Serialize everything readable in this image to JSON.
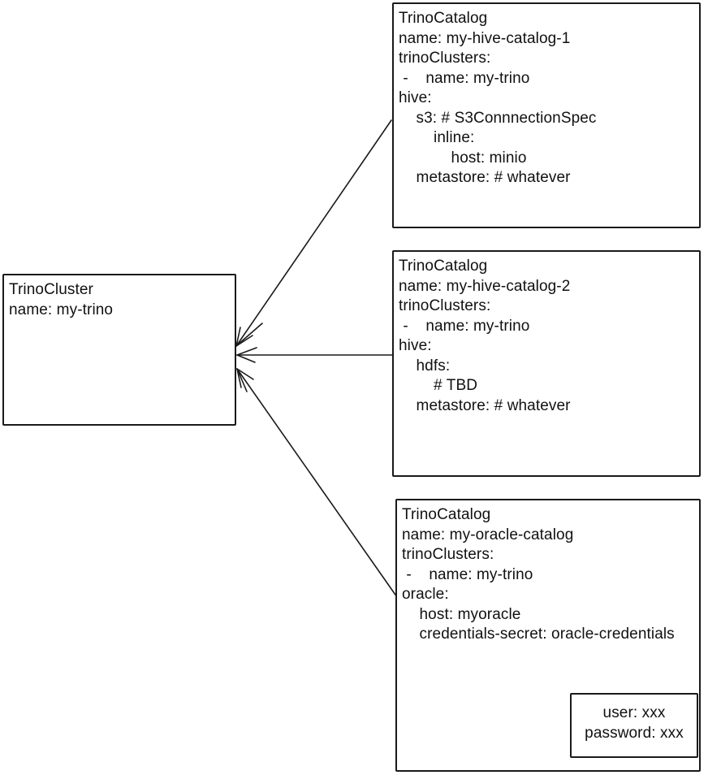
{
  "colors": {
    "stroke": "#1a1a1a",
    "background": "#ffffff",
    "text": "#111111"
  },
  "cluster_box": {
    "text": "TrinoCluster\nname: my-trino"
  },
  "catalog_boxes": [
    {
      "text": "TrinoCatalog\nname: my-hive-catalog-1\ntrinoClusters:\n -    name: my-trino\nhive:\n    s3: # S3ConnnectionSpec\n        inline:\n            host: minio\n    metastore: # whatever"
    },
    {
      "text": "TrinoCatalog\nname: my-hive-catalog-2\ntrinoClusters:\n -    name: my-trino\nhive:\n    hdfs:\n        # TBD\n    metastore: # whatever"
    },
    {
      "text": "TrinoCatalog\nname: my-oracle-catalog\ntrinoClusters:\n -    name: my-trino\noracle:\n    host: myoracle\n    credentials-secret: oracle-credentials"
    }
  ],
  "secret_box": {
    "text": "user: xxx\npassword: xxx"
  }
}
